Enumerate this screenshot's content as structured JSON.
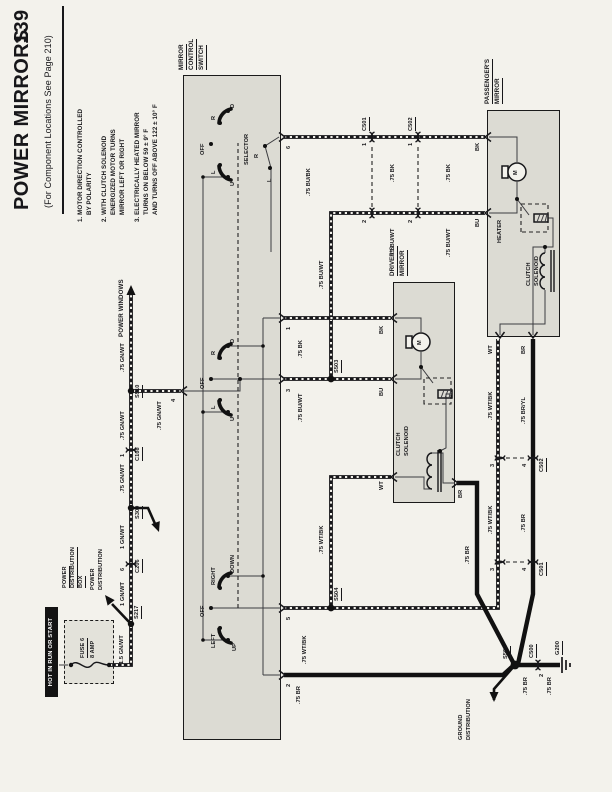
{
  "header": {
    "title": "POWER MIRRORS",
    "page_number": "139",
    "subtitle": "(For Component Locations See Page 210)"
  },
  "notes": {
    "l1": "1. MOTOR DIRECTION CONTROLLED",
    "l2": "BY POLARITY",
    "l3": "2. WITH CLUTCH SOLENOID",
    "l4": "ENERGIZED MOTOR TURNS",
    "l5": "MIRROR LEFT OR RIGHT",
    "l6": "3. ELECTRICALLY HEATED MIRROR",
    "l7": "TURNS ON BELOW 59 ± 9° F",
    "l8": "AND TURNS OFF ABOVE 122 ± 10° F"
  },
  "feed": {
    "hot": "HOT IN RUN OR START",
    "fuse": "FUSE 6",
    "amp": "8 AMP",
    "pdb1": "POWER",
    "pdb2": "DISTRIBUTION",
    "pdb3": "BOX",
    "pd1": "POWER",
    "pd2": "DISTRIBUTION",
    "w15": "1.5 GN/WT",
    "s217": "S217",
    "w1a": "1 GN/WT",
    "c206": "C206",
    "c206_pin": "6",
    "w1b": "1 GN/WT",
    "s309": "S309",
    "w75a": ".75 GN/WT",
    "c108": "C108",
    "c108_pin": "1",
    "w75b": ".75 GN/WT",
    "s510": "S510",
    "w75c": ".75 GN/WT",
    "power_windows": "POWER WINDOWS",
    "w75d": ".75 GN/WT",
    "pin4": "4"
  },
  "sw": {
    "n1": "MIRROR",
    "n2": "CONTROL",
    "n3": "SWITCH",
    "selector": "SELECTOR",
    "up": "UP",
    "left": "LEFT",
    "off": "OFF",
    "right": "RIGHT",
    "down": "DOWN",
    "u": "U",
    "l": "L",
    "r": "R",
    "d": "D",
    "sel_l": "L",
    "sel_r": "R",
    "p1": "1",
    "p2": "2",
    "p3": "3",
    "p5": "5",
    "p6": "6"
  },
  "wires": {
    "br2": ".75 BR",
    "wtbk5": ".75 WT/BK",
    "s504": "S504",
    "wtbk_drv": ".75 WT/BK",
    "wt_drv": "WT",
    "buwt3": ".75 BU/WT",
    "s503": "S503",
    "buwt_br": ".75 BU/WT",
    "bu_drv": "BU",
    "bk1": ".75 BK",
    "bk_drv": "BK",
    "bubk6": ".75 BU/BK",
    "c501": "C501",
    "c502": "C502",
    "n1": "1",
    "n2": "2",
    "n3": "3",
    "n4": "4",
    "bk_a": ".75 BK",
    "bk_b": ".75 BK",
    "buwt_a": ".75 BU/WT",
    "buwt_b": ".75 BU/WT",
    "bu_pass": "BU",
    "bk_pass": "BK",
    "wtbk_a": ".75 WT/BK",
    "wtbk_b": ".75 WT/BK",
    "wt_pass": "WT",
    "bryl": ".75 BR/YL",
    "br_a": ".75 BR",
    "br_b": ".75 BR",
    "br_pass": "BR",
    "br_drv": "BR"
  },
  "gnd": {
    "s502": "S502",
    "gd1": "GROUND",
    "gd2": "DISTRIBUTION",
    "br_c": ".75 BR",
    "c500": "C500",
    "c500_pin": "2",
    "br_d": ".75 BR",
    "g200": "G200"
  },
  "driver": {
    "n1": "DRIVER'S",
    "n2": "MIRROR",
    "cl1": "CLUTCH",
    "cl2": "SOLENOID",
    "m": "M"
  },
  "pass": {
    "n1": "PASSENGER'S",
    "n2": "MIRROR",
    "heater": "HEATER",
    "cl1": "CLUTCH",
    "cl2": "SOLENOID",
    "m": "M"
  }
}
